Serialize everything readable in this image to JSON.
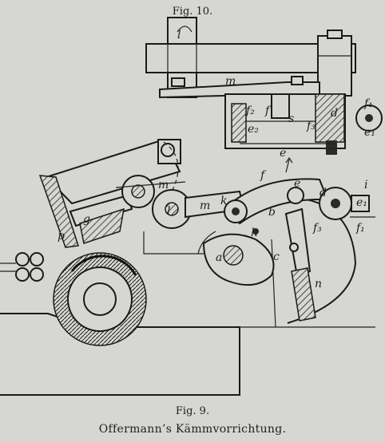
{
  "captions": {
    "fig10": "Fig. 10.",
    "fig9": "Fig. 9.",
    "title": "Offermann’s Kämmvorrichtung."
  },
  "labels": {
    "fig10": {
      "l": "l",
      "m": "m",
      "f2": "f₂",
      "f": "f",
      "s": "s",
      "d": "d",
      "f1": "f₁",
      "e2": "e₂",
      "f3": "f₃",
      "e1": "e₁",
      "e": "e"
    },
    "fig9": {
      "p": "p",
      "g": "g",
      "m_upper": "m",
      "l": "l",
      "m_lower": "m",
      "k": "k",
      "f": "f",
      "e": "e",
      "d": "d",
      "i": "i",
      "e1": "e₁",
      "f1": "f₁",
      "b": "b",
      "f3": "f₃",
      "h": "h",
      "a": "a",
      "c": "c",
      "n": "n"
    }
  }
}
